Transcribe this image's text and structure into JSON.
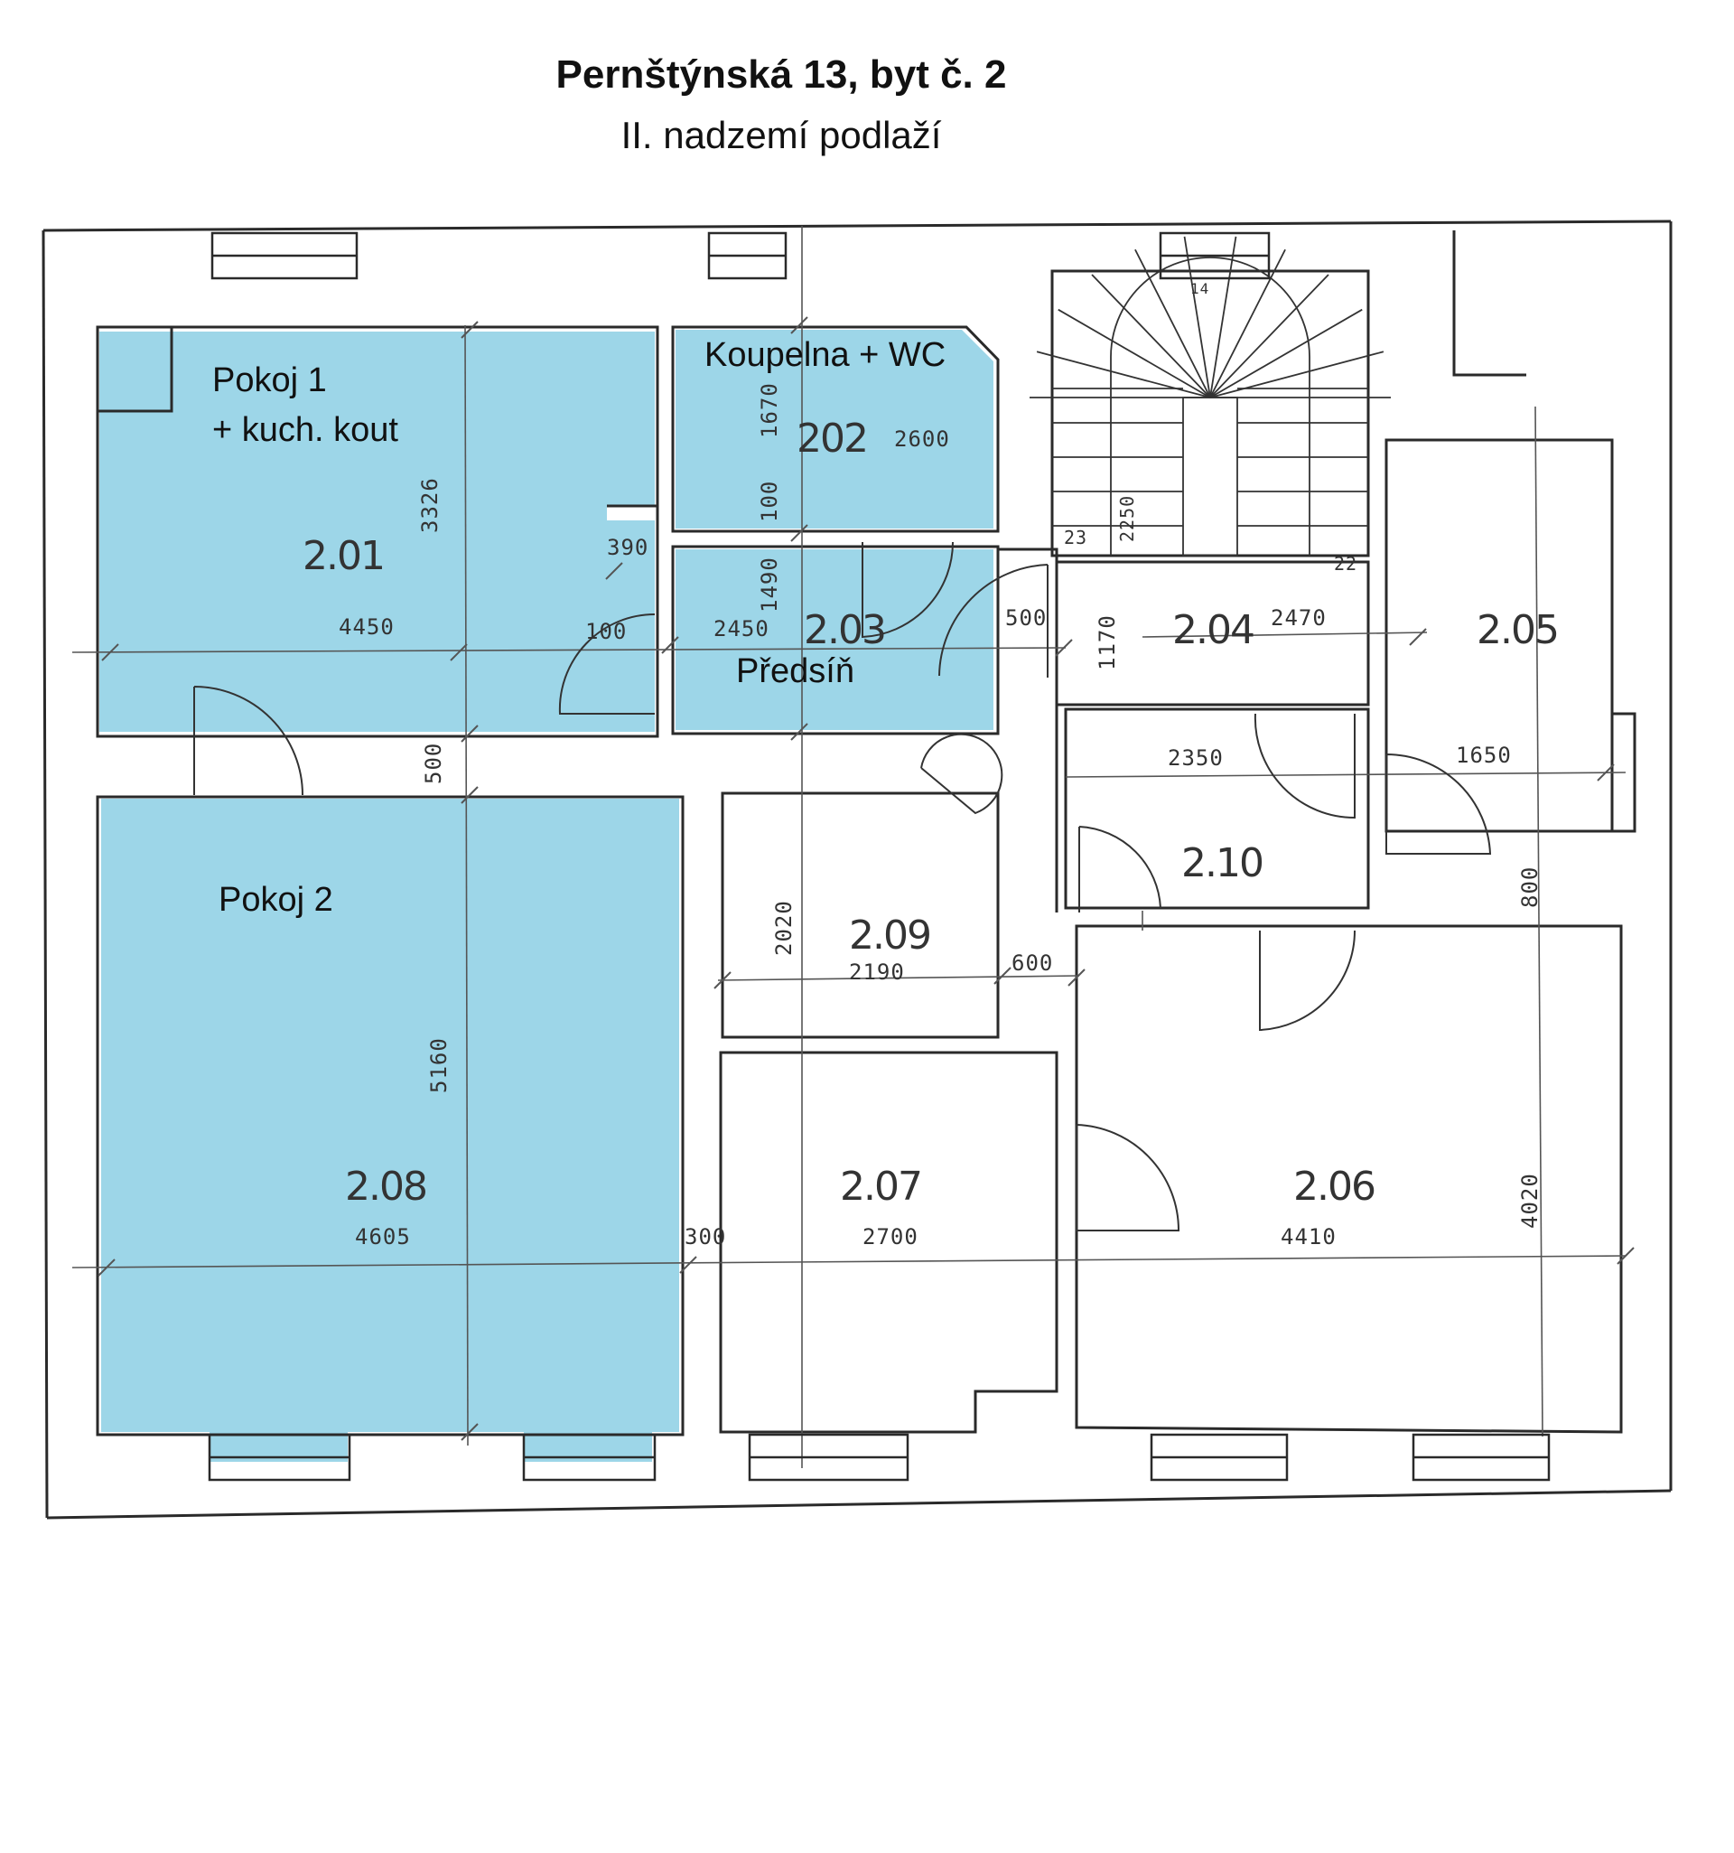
{
  "header": {
    "title": "Pernštýnská 13, byt č. 2",
    "subtitle": "II. nadzemí podlaží"
  },
  "colors": {
    "highlight": "#9dd6e8",
    "wall": "#2a2a2a",
    "background": "#ffffff"
  },
  "rooms": {
    "r201": {
      "label": "Pokoj 1",
      "label2": "+ kuch. kout",
      "number": "2.01",
      "dim_w": "4450",
      "dim_h": "3326",
      "dim_x": "390",
      "dim_d": "100"
    },
    "r202": {
      "label": "Koupelna + WC",
      "number": "202",
      "dim_w": "2600",
      "dim_h": "1670",
      "dim_d": "100"
    },
    "r203": {
      "label": "Předsíň",
      "number": "2.03",
      "dim_w": "2450",
      "dim_h": "1490"
    },
    "r204": {
      "number": "2.04",
      "dim_w": "2470",
      "dim_h": "1170",
      "dim_door": "500"
    },
    "r205": {
      "number": "2.05",
      "dim_w": "1650"
    },
    "r206": {
      "number": "2.06",
      "dim_w": "4410",
      "dim_h": "4020",
      "dim_x": "800"
    },
    "r207": {
      "number": "2.07",
      "dim_w": "2700"
    },
    "r208": {
      "label": "Pokoj 2",
      "number": "2.08",
      "dim_w": "4605",
      "dim_h": "5160",
      "dim_wall": "500",
      "dim_x": "300"
    },
    "r209": {
      "number": "2.09",
      "dim_w": "2190",
      "dim_h": "2020",
      "dim_x": "600"
    },
    "r210": {
      "number": "2.10",
      "dim_w": "2350"
    }
  },
  "stair": {
    "steps_top": "14",
    "left": "23",
    "right": "22",
    "height": "2250"
  }
}
